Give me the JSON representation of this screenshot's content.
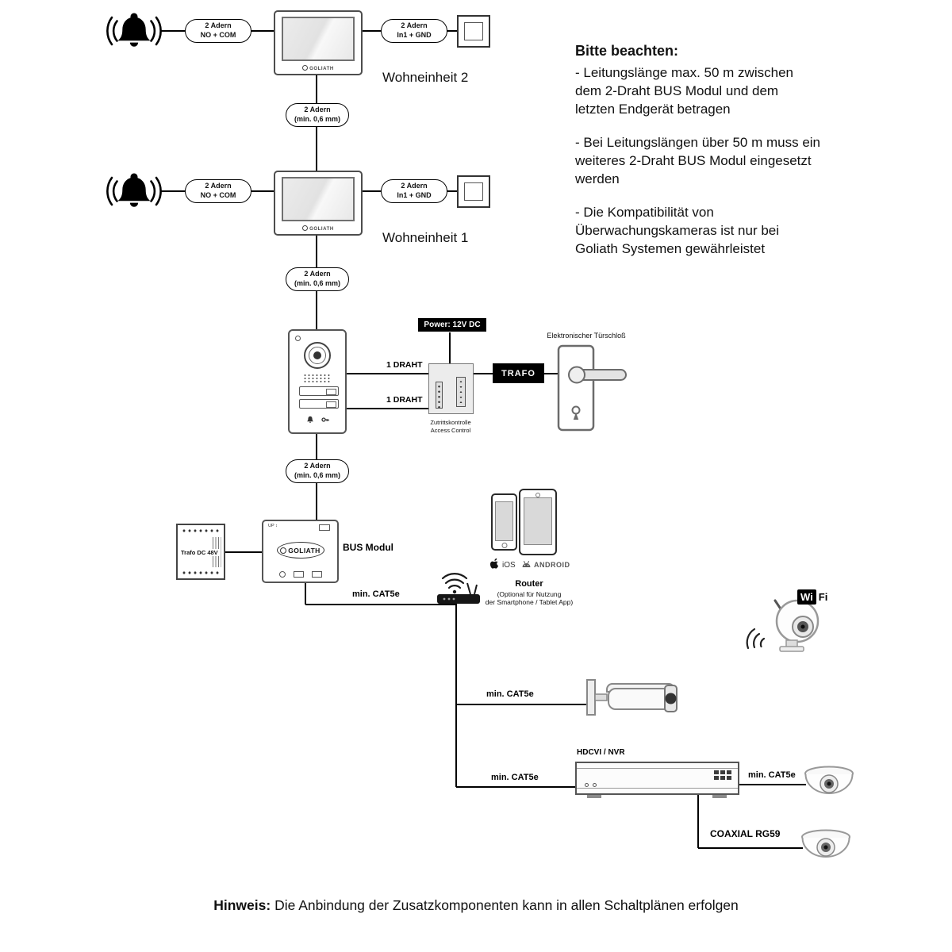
{
  "brand": "GOLIATH",
  "notes": {
    "title": "Bitte beachten:",
    "p1": "- Leitungslänge max. 50 m zwischen\ndem 2-Draht BUS Modul und dem\nletzten Endgerät betragen",
    "p2": "- Bei Leitungslängen über 50 m muss ein\nweiteres 2-Draht BUS Modul eingesetzt\nwerden",
    "p3": "- Die Kompatibilität von\nÜberwachungskameras ist nur bei\nGoliath Systemen gewährleistet"
  },
  "units": {
    "unit2": "Wohneinheit 2",
    "unit1": "Wohneinheit 1"
  },
  "cables": {
    "no_com_1": "2 Adern",
    "no_com_2": "NO + COM",
    "in1_gnd_1": "2 Adern",
    "in1_gnd_2": "In1 + GND",
    "two_wire_1": "2 Adern",
    "two_wire_2": "(min. 0,6 mm)",
    "one_wire": "1 DRAHT",
    "cat5e": "min. CAT5e",
    "coaxial": "COAXIAL RG59"
  },
  "devices": {
    "power_label": "Power: 12V DC",
    "trafo": "TRAFO",
    "access_line1": "Zutrittskontrolle",
    "access_line2": "Access Control",
    "door_lock": "Elektronischer Türschloß",
    "trafo_dc": "Trafo DC 48V",
    "bus_module": "BUS Modul",
    "bus_up": "UP ↕",
    "router": "Router",
    "router_sub1": "(Optional für Nutzung",
    "router_sub2": "der Smartphone / Tablet App)",
    "ios": "iOS",
    "android": "ANDROID",
    "wifi_wi": "Wi",
    "wifi_fi": "Fi",
    "nvr": "HDCVI / NVR"
  },
  "footer": {
    "prefix": "Hinweis:",
    "text": "Die Anbindung der Zusatzkomponenten kann in allen Schaltplänen erfolgen"
  },
  "colors": {
    "wire": "#000000",
    "label_bg": "#000000",
    "label_text": "#ffffff"
  }
}
